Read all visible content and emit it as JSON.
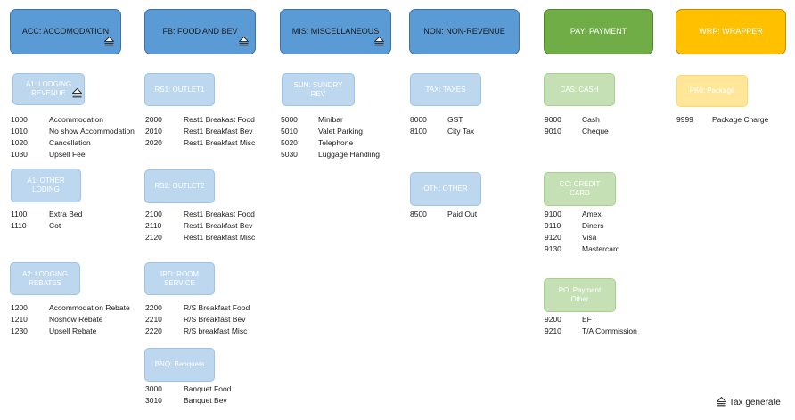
{
  "colors": {
    "blue_main": "#5b9bd5",
    "blue_main_border": "#41719c",
    "blue_sub": "#bdd7ee",
    "blue_sub_border": "#9dc3e6",
    "green_main": "#70ad47",
    "green_sub": "#c5e0b4",
    "yellow_main": "#ffc000",
    "yellow_sub": "#ffe699",
    "text": "#1a1a1a"
  },
  "groups": [
    {
      "id": "acc",
      "label": "ACC: ACCOMODATION",
      "color": "blue",
      "tax_icon": true,
      "subgroups": [
        {
          "id": "a1",
          "label": "A1: LODGING REVENUE",
          "tax_icon": true,
          "items": [
            {
              "code": "1000",
              "name": "Accommodation"
            },
            {
              "code": "1010",
              "name": "No show Accommodation"
            },
            {
              "code": "1020",
              "name": "Cancellation"
            },
            {
              "code": "1030",
              "name": "Upsell Fee"
            }
          ]
        },
        {
          "id": "a1-other",
          "label": "A1: OTHER LODING",
          "tax_icon": false,
          "items": [
            {
              "code": "1100",
              "name": "Extra Bed"
            },
            {
              "code": "1110",
              "name": "Cot"
            }
          ]
        },
        {
          "id": "a2",
          "label": "A2: LODGING REBATES",
          "tax_icon": false,
          "items": [
            {
              "code": "1200",
              "name": "Accommodation Rebate"
            },
            {
              "code": "1210",
              "name": "Noshow Rebate"
            },
            {
              "code": "1230",
              "name": "Upsell Rebate"
            }
          ]
        }
      ]
    },
    {
      "id": "fb",
      "label": "FB: FOOD AND BEV",
      "color": "blue",
      "tax_icon": true,
      "subgroups": [
        {
          "id": "rs1",
          "label": "RS1: OUTLET1",
          "tax_icon": false,
          "items": [
            {
              "code": "2000",
              "name": "Rest1 Breakast Food"
            },
            {
              "code": "2010",
              "name": "Rest1 Breakfast Bev"
            },
            {
              "code": "2020",
              "name": "Rest1 Breakfast Misc"
            }
          ]
        },
        {
          "id": "rs2",
          "label": "RS2: OUTLET2",
          "tax_icon": false,
          "items": [
            {
              "code": "2100",
              "name": "Rest1 Breakast Food"
            },
            {
              "code": "2110",
              "name": "Rest1 Breakfast Bev"
            },
            {
              "code": "2120",
              "name": "Rest1 Breakfast Misc"
            }
          ]
        },
        {
          "id": "ird",
          "label": "IRD: ROOM SERVICE",
          "tax_icon": false,
          "items": [
            {
              "code": "2200",
              "name": "R/S Breakfast Food"
            },
            {
              "code": "2210",
              "name": "R/S Breakfast Bev"
            },
            {
              "code": "2220",
              "name": "R/S breakfast Misc"
            }
          ]
        },
        {
          "id": "bnq",
          "label": "BNQ: Banquets",
          "tax_icon": false,
          "items": [
            {
              "code": "3000",
              "name": "Banquet Food"
            },
            {
              "code": "3010",
              "name": "Banquet Bev"
            }
          ]
        }
      ]
    },
    {
      "id": "mis",
      "label": "MIS: MISCELLANEOUS",
      "color": "blue",
      "tax_icon": true,
      "subgroups": [
        {
          "id": "sun",
          "label": "SUN: SUNDRY REV",
          "tax_icon": false,
          "items": [
            {
              "code": "5000",
              "name": "Minibar"
            },
            {
              "code": "5010",
              "name": "Valet Parking"
            },
            {
              "code": "5020",
              "name": "Telephone"
            },
            {
              "code": "5030",
              "name": "Luggage Handling"
            }
          ]
        }
      ]
    },
    {
      "id": "non",
      "label": "NON: NON-REVENUE",
      "color": "blue",
      "tax_icon": false,
      "subgroups": [
        {
          "id": "tax",
          "label": "TAX: TAXES",
          "tax_icon": false,
          "items": [
            {
              "code": "8000",
              "name": "GST"
            },
            {
              "code": "8100",
              "name": "City Tax"
            }
          ]
        },
        {
          "id": "oth",
          "label": "OTH: OTHER",
          "tax_icon": false,
          "items": [
            {
              "code": "8500",
              "name": "Paid Out"
            }
          ]
        }
      ]
    },
    {
      "id": "pay",
      "label": "PAY: PAYMENT",
      "color": "green",
      "tax_icon": false,
      "subgroups": [
        {
          "id": "cas",
          "label": "CAS: CASH",
          "tax_icon": false,
          "items": [
            {
              "code": "9000",
              "name": "Cash"
            },
            {
              "code": "9010",
              "name": "Cheque"
            }
          ]
        },
        {
          "id": "cc",
          "label": "CC: CREDIT CARD",
          "tax_icon": false,
          "items": [
            {
              "code": "9100",
              "name": "Amex"
            },
            {
              "code": "9110",
              "name": "Diners"
            },
            {
              "code": "9120",
              "name": "Visa"
            },
            {
              "code": "9130",
              "name": "Mastercard"
            }
          ]
        },
        {
          "id": "po",
          "label": "PO: Payment Other",
          "tax_icon": false,
          "items": [
            {
              "code": "9200",
              "name": "EFT"
            },
            {
              "code": "9210",
              "name": "T/A Commission"
            }
          ]
        }
      ]
    },
    {
      "id": "wrp",
      "label": "WRP: WRAPPER",
      "color": "yellow",
      "tax_icon": false,
      "subgroups": [
        {
          "id": "pk0",
          "label": "PK0: Package",
          "tax_icon": false,
          "items": [
            {
              "code": "9999",
              "name": "Package Charge"
            }
          ]
        }
      ]
    }
  ],
  "legend": {
    "label": "Tax generate",
    "icon": "eject-icon"
  }
}
